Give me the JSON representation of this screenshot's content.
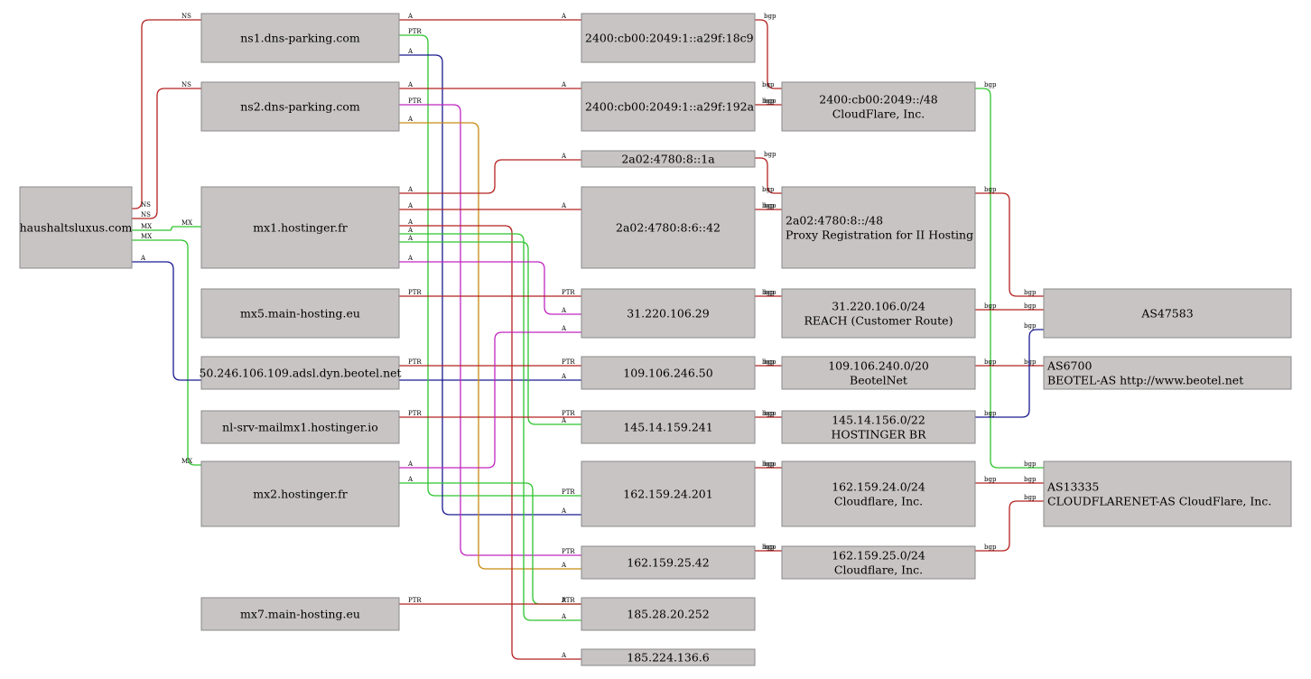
{
  "nodes": {
    "domain": [
      "haushaltsluxus.com"
    ],
    "ns1": [
      "ns1.dns-parking.com"
    ],
    "ns2": [
      "ns2.dns-parking.com"
    ],
    "mx1": [
      "mx1.hostinger.fr"
    ],
    "mx5": [
      "mx5.main-hosting.eu"
    ],
    "beotel_host": [
      "50.246.106.109.adsl.dyn.beotel.net"
    ],
    "nlsrv": [
      "nl-srv-mailmx1.hostinger.io"
    ],
    "mx2": [
      "mx2.hostinger.fr"
    ],
    "mx7": [
      "mx7.main-hosting.eu"
    ],
    "ip_cf1": [
      "2400:cb00:2049:1::a29f:18c9"
    ],
    "ip_cf2": [
      "2400:cb00:2049:1::a29f:192a"
    ],
    "ip_h1": [
      "2a02:4780:8::1a"
    ],
    "ip_h2": [
      "2a02:4780:8:6::42"
    ],
    "ip_31": [
      "31.220.106.29"
    ],
    "ip_109": [
      "109.106.246.50"
    ],
    "ip_145": [
      "145.14.159.241"
    ],
    "ip_162a": [
      "162.159.24.201"
    ],
    "ip_162b": [
      "162.159.25.42"
    ],
    "ip_185a": [
      "185.28.20.252"
    ],
    "ip_185b": [
      "185.224.136.6"
    ],
    "net_cf": [
      "2400:cb00:2049::/48",
      "CloudFlare, Inc."
    ],
    "net_h": [
      "2a02:4780:8::/48",
      "Proxy Registration for II Hosting"
    ],
    "net_31": [
      "31.220.106.0/24",
      "REACH (Customer Route)"
    ],
    "net_109": [
      "109.106.240.0/20",
      "BeotelNet"
    ],
    "net_145": [
      "145.14.156.0/22",
      "HOSTINGER BR"
    ],
    "net_162a": [
      "162.159.24.0/24",
      "Cloudflare, Inc."
    ],
    "net_162b": [
      "162.159.25.0/24",
      "Cloudflare, Inc."
    ],
    "as47583": [
      "AS47583"
    ],
    "as6700": [
      "AS6700",
      "BEOTEL-AS http://www.beotel.net"
    ],
    "as13335": [
      "AS13335",
      "CLOUDFLARENET-AS CloudFlare, Inc."
    ]
  },
  "colors": {
    "red": "#b52020",
    "green": "#2ec42e",
    "blue": "#1a1a90",
    "magenta": "#c026c0",
    "orange": "#c88a10"
  },
  "edges": [
    {
      "from": "domain",
      "to": "ns1",
      "color": "red",
      "label": "NS"
    },
    {
      "from": "domain",
      "to": "ns2",
      "color": "red",
      "label": "NS"
    },
    {
      "from": "domain",
      "to": "mx1",
      "color": "green",
      "label": "MX"
    },
    {
      "from": "domain",
      "to": "mx2",
      "color": "green",
      "label": "MX"
    },
    {
      "from": "domain",
      "to": "ip_109",
      "color": "blue",
      "label": "A"
    },
    {
      "from": "ns1",
      "to": "ip_cf1",
      "color": "red",
      "label": "A"
    },
    {
      "from": "ns1",
      "to": "ip_162a",
      "color": "green",
      "label": "PTR"
    },
    {
      "from": "ns1",
      "to": "ip_162a",
      "color": "blue",
      "label": "A"
    },
    {
      "from": "ns2",
      "to": "ip_cf2",
      "color": "red",
      "label": "A"
    },
    {
      "from": "ns2",
      "to": "ip_162b",
      "color": "magenta",
      "label": "PTR"
    },
    {
      "from": "ns2",
      "to": "ip_162b",
      "color": "orange",
      "label": "A"
    },
    {
      "from": "mx1",
      "to": "ip_h1",
      "color": "red",
      "label": "A"
    },
    {
      "from": "mx1",
      "to": "ip_h2",
      "color": "red",
      "label": "A"
    },
    {
      "from": "mx1",
      "to": "ip_185b",
      "color": "red",
      "label": "A"
    },
    {
      "from": "mx1",
      "to": "ip_145",
      "color": "green",
      "label": "A"
    },
    {
      "from": "mx1",
      "to": "ip_185a",
      "color": "green",
      "label": "A"
    },
    {
      "from": "mx1",
      "to": "ip_31",
      "color": "magenta",
      "label": "A"
    },
    {
      "from": "mx5",
      "to": "ip_31",
      "color": "red",
      "label": "PTR"
    },
    {
      "from": "beotel_host",
      "to": "ip_109",
      "color": "red",
      "label": "PTR"
    },
    {
      "from": "nlsrv",
      "to": "ip_145",
      "color": "red",
      "label": "PTR"
    },
    {
      "from": "mx2",
      "to": "ip_31",
      "color": "magenta",
      "label": "A"
    },
    {
      "from": "mx2",
      "to": "ip_185a",
      "color": "green",
      "label": "A"
    },
    {
      "from": "mx7",
      "to": "ip_185a",
      "color": "red",
      "label": "PTR"
    },
    {
      "from": "ip_cf1",
      "to": "net_cf",
      "color": "red",
      "label": "bgp"
    },
    {
      "from": "ip_cf2",
      "to": "net_cf",
      "color": "red",
      "label": "bgp"
    },
    {
      "from": "ip_h1",
      "to": "net_h",
      "color": "red",
      "label": "bgp"
    },
    {
      "from": "ip_h2",
      "to": "net_h",
      "color": "red",
      "label": "bgp"
    },
    {
      "from": "ip_31",
      "to": "net_31",
      "color": "red",
      "label": "bgp"
    },
    {
      "from": "ip_109",
      "to": "net_109",
      "color": "red",
      "label": "bgp"
    },
    {
      "from": "ip_145",
      "to": "net_145",
      "color": "red",
      "label": "bgp"
    },
    {
      "from": "ip_162a",
      "to": "net_162a",
      "color": "red",
      "label": "bgp"
    },
    {
      "from": "ip_162b",
      "to": "net_162b",
      "color": "red",
      "label": "bgp"
    },
    {
      "from": "net_cf",
      "to": "as13335",
      "color": "green",
      "label": "bgp"
    },
    {
      "from": "net_h",
      "to": "as47583",
      "color": "red",
      "label": "bgp"
    },
    {
      "from": "net_31",
      "to": "as47583",
      "color": "red",
      "label": "bgp"
    },
    {
      "from": "net_109",
      "to": "as6700",
      "color": "red",
      "label": "bgp"
    },
    {
      "from": "net_145",
      "to": "as47583",
      "color": "blue",
      "label": "bgp"
    },
    {
      "from": "net_162a",
      "to": "as13335",
      "color": "red",
      "label": "bgp"
    },
    {
      "from": "net_162b",
      "to": "as13335",
      "color": "red",
      "label": "bgp"
    }
  ]
}
